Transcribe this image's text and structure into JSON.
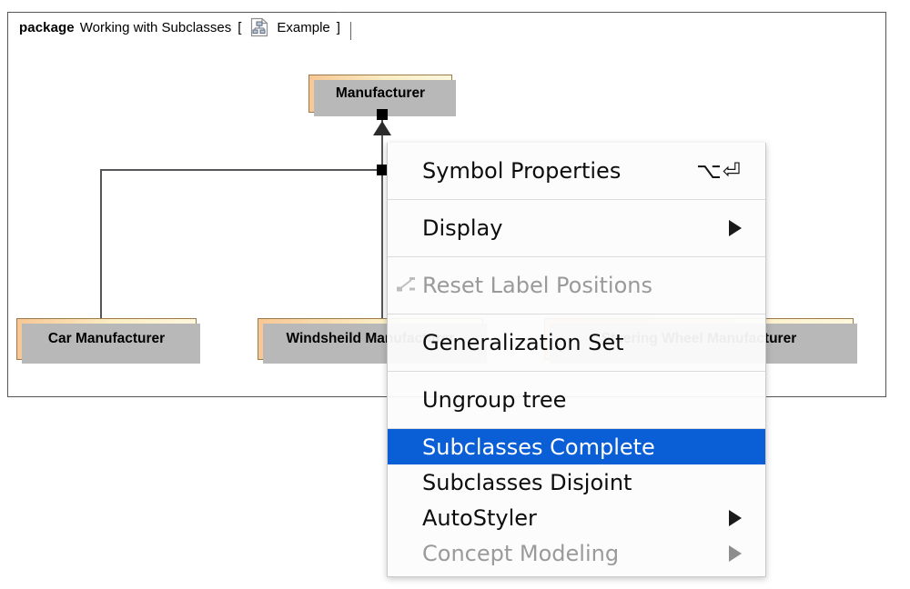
{
  "diagram": {
    "package": {
      "keyword": "package",
      "name": "Working with Subclasses",
      "bracket_open": "[",
      "bracket_close": "]",
      "diagram_name": "Example",
      "icon": "diagram-document-icon"
    },
    "classes": [
      {
        "id": "manufacturer",
        "name": "Manufacturer"
      },
      {
        "id": "car",
        "name": "Car Manufacturer"
      },
      {
        "id": "windsheild",
        "name": "Windsheild Manufacturer"
      },
      {
        "id": "steering",
        "name": "Steering Wheel Manufacturer"
      }
    ],
    "relationship": {
      "type": "generalization-tree",
      "parent": "Manufacturer",
      "children": [
        "Car Manufacturer",
        "Windsheild Manufacturer",
        "Steering Wheel Manufacturer"
      ]
    },
    "colors": {
      "class_fill_left": "#f7c794",
      "class_fill_right": "#fdf7dd",
      "class_border": "#9c7a4a",
      "frame_border": "#55565a",
      "edge": "#55565a",
      "selection_handle": "#000000"
    }
  },
  "context_menu": {
    "highlight_color": "#0b5fd6",
    "items": [
      {
        "label": "Symbol Properties",
        "shortcut": "⌥⏎",
        "submenu": false,
        "disabled": false,
        "selected": false,
        "icon": null
      },
      {
        "label": "Display",
        "shortcut": "",
        "submenu": true,
        "disabled": false,
        "selected": false,
        "icon": null
      },
      {
        "label": "Reset Label Positions",
        "shortcut": "",
        "submenu": false,
        "disabled": true,
        "selected": false,
        "icon": "reset-label-positions-icon"
      },
      {
        "label": "Generalization Set",
        "shortcut": "",
        "submenu": false,
        "disabled": false,
        "selected": false,
        "icon": null
      },
      {
        "label": "Ungroup tree",
        "shortcut": "",
        "submenu": false,
        "disabled": false,
        "selected": false,
        "icon": null
      },
      {
        "label": "Subclasses Complete",
        "shortcut": "",
        "submenu": false,
        "disabled": false,
        "selected": true,
        "icon": null
      },
      {
        "label": "Subclasses Disjoint",
        "shortcut": "",
        "submenu": false,
        "disabled": false,
        "selected": false,
        "icon": null
      },
      {
        "label": "AutoStyler",
        "shortcut": "",
        "submenu": true,
        "disabled": false,
        "selected": false,
        "icon": null
      },
      {
        "label": "Concept Modeling",
        "shortcut": "",
        "submenu": true,
        "disabled": true,
        "selected": false,
        "icon": null
      }
    ]
  }
}
